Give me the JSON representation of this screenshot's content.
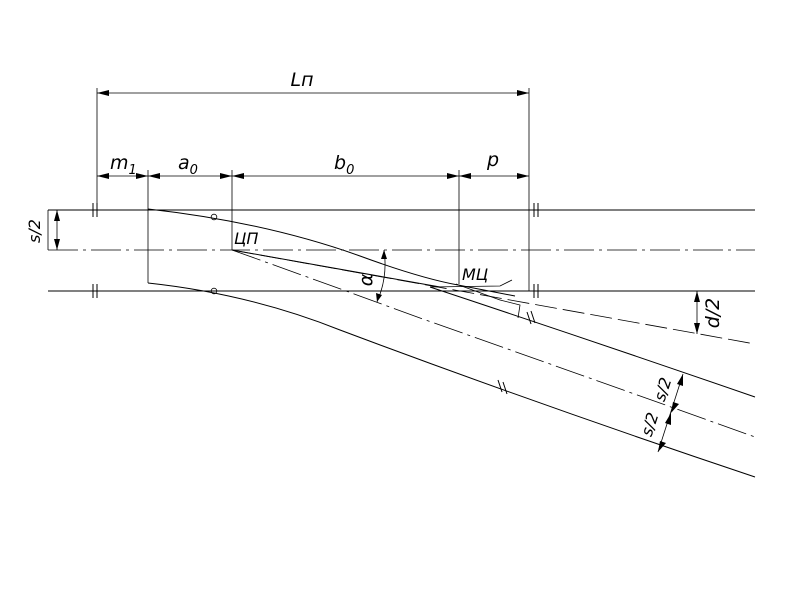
{
  "labels": {
    "l_total": "Lп",
    "m1_main": "m",
    "m1_sub": "1",
    "a0_main": "a",
    "a0_sub": "0",
    "b0_main": "b",
    "b0_sub": "0",
    "p": "p",
    "half_s_left": "s/2",
    "frog_center": "ЦП",
    "frog_math": "МЦ",
    "alpha": "α",
    "half_d": "d/2",
    "half_s_upper": "s/2",
    "half_s_lower": "s/2"
  }
}
